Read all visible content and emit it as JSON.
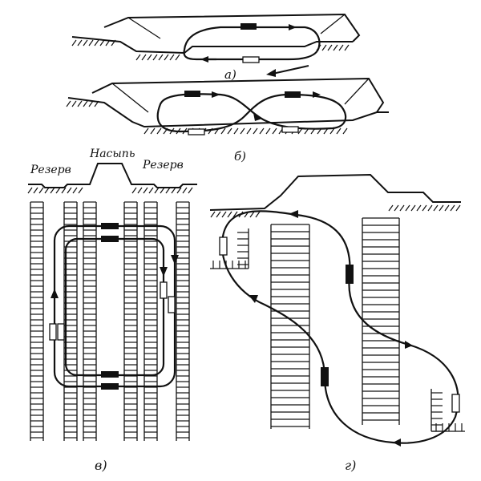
{
  "figure": {
    "labels": {
      "a": "а)",
      "b": "б)",
      "v": "в)",
      "g": "г)",
      "reserve_left": "Резерв",
      "embankment": "Насыпь",
      "reserve_right": "Резерв"
    },
    "colors": {
      "ink": "#111111",
      "paper": "#ffffff"
    }
  }
}
